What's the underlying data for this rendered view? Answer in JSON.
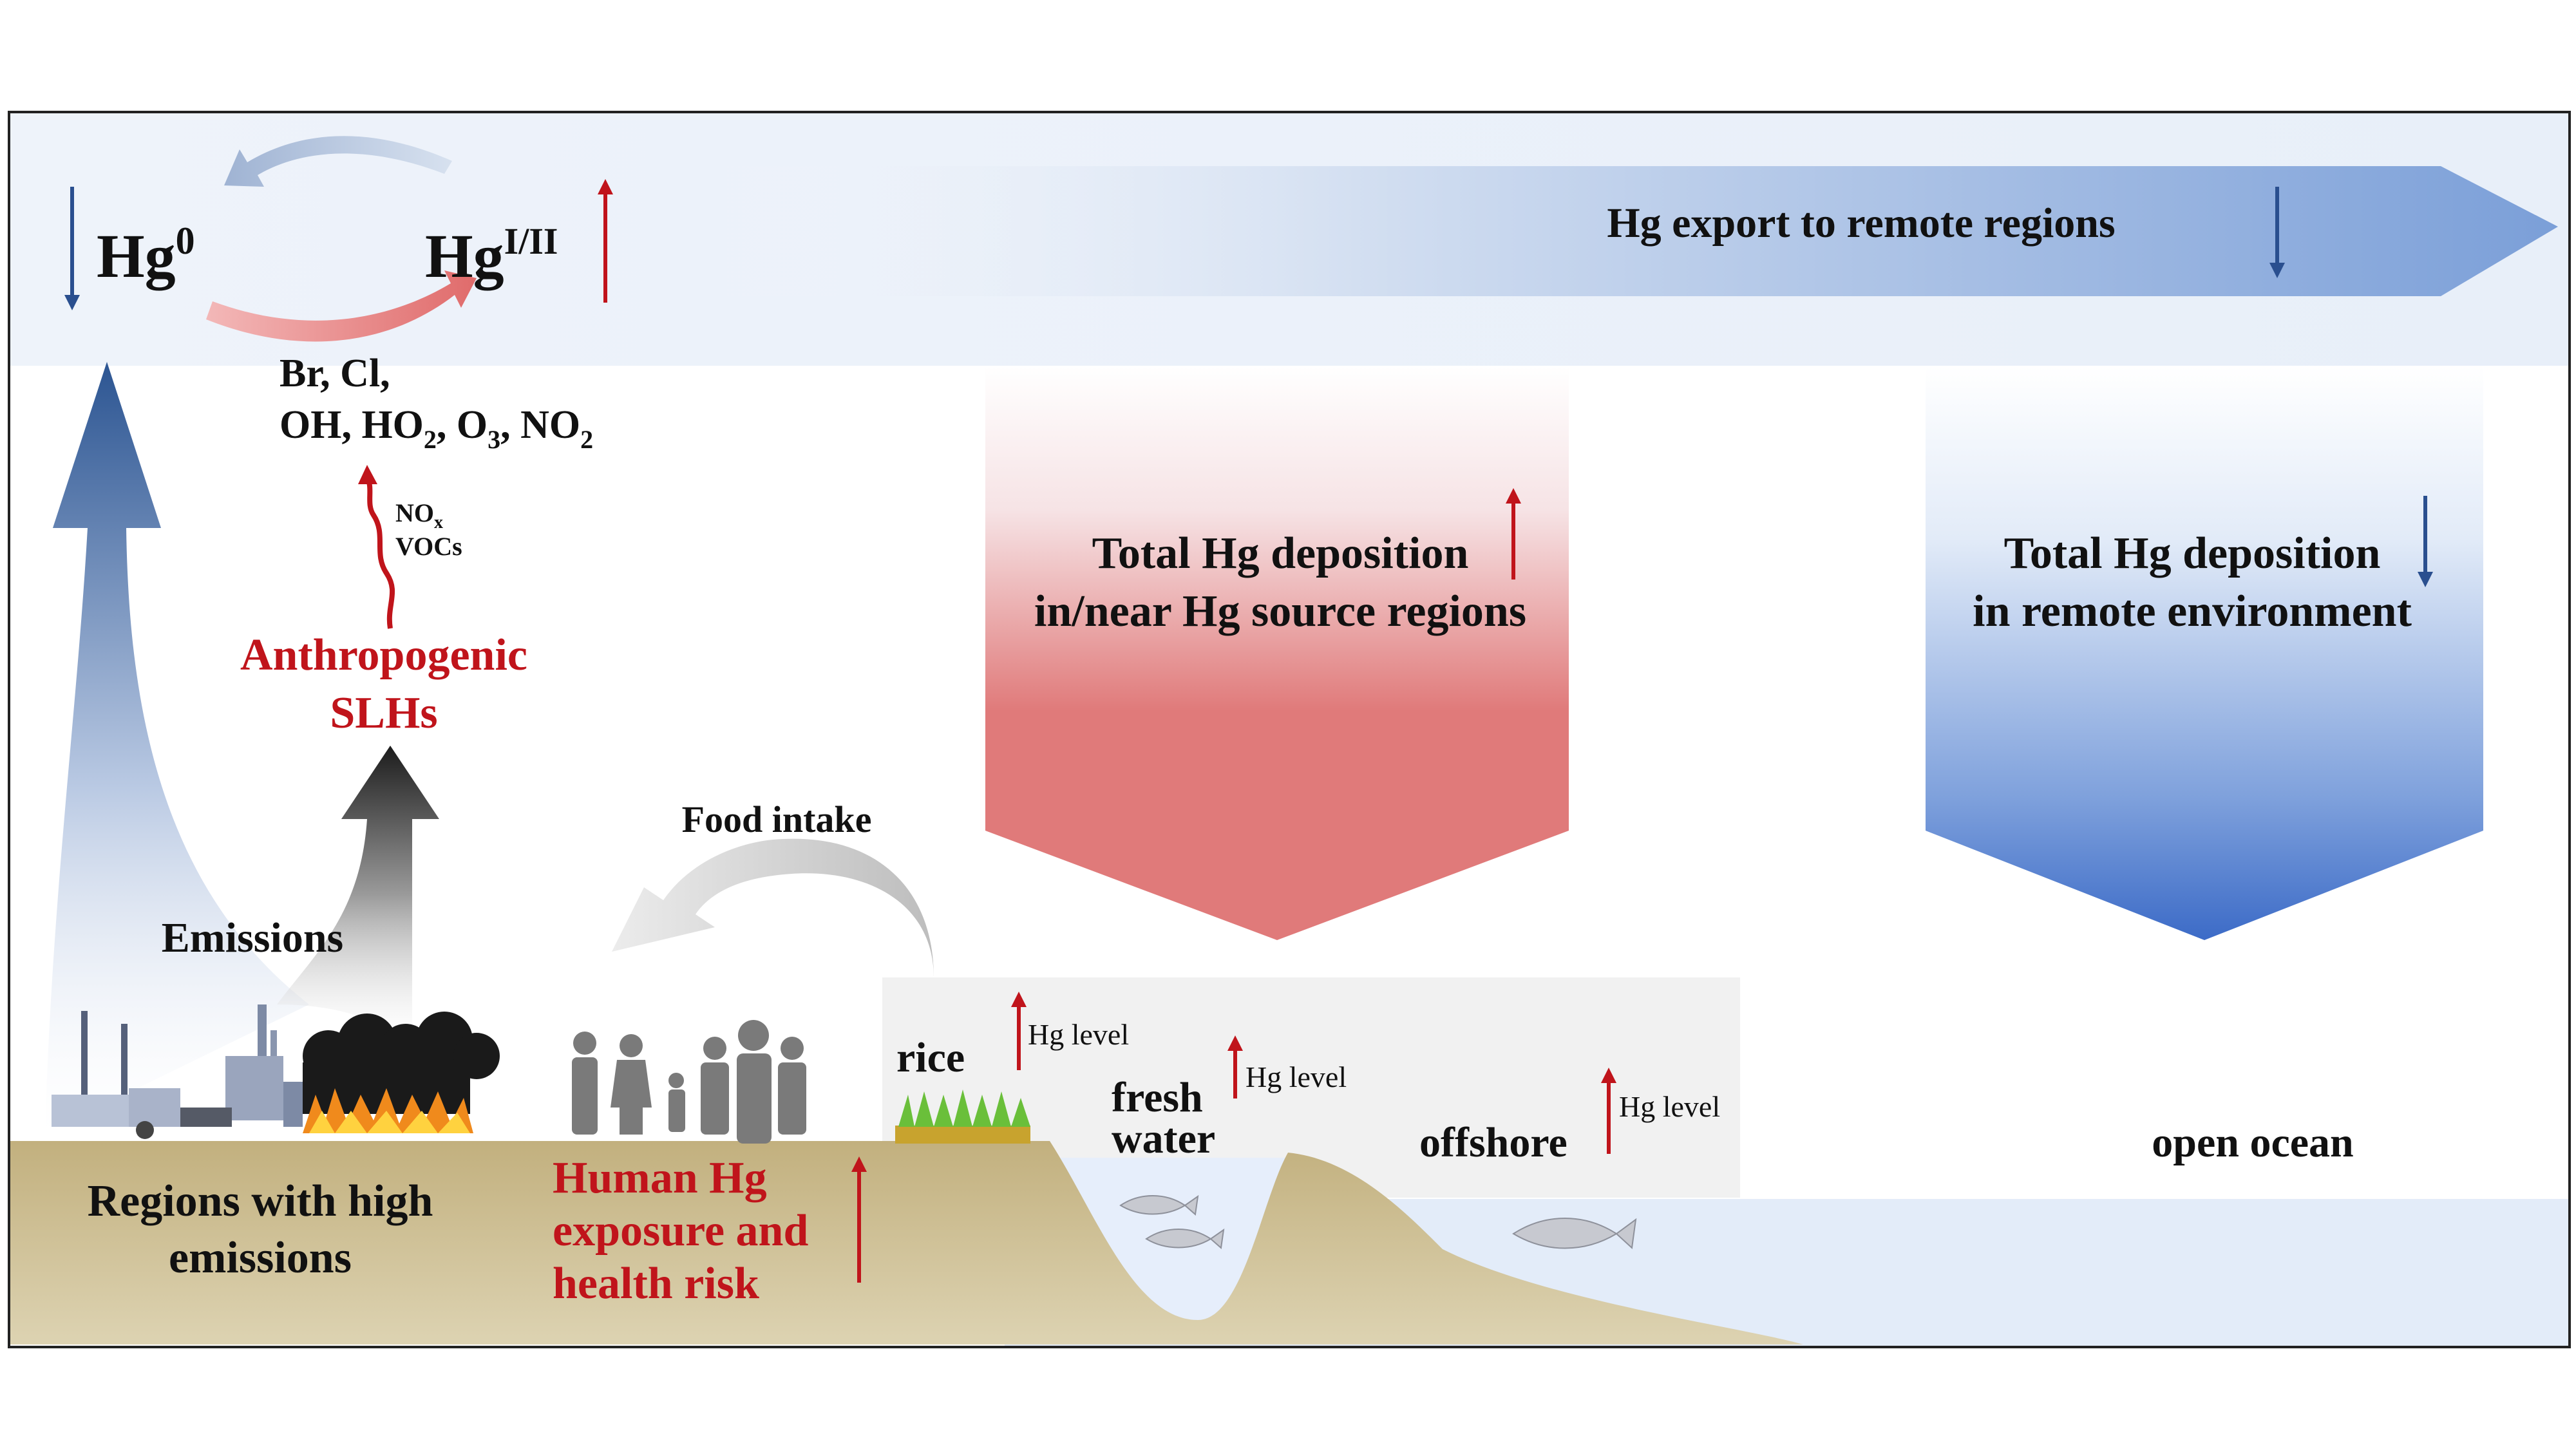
{
  "atmosphere": {
    "hg0_base": "Hg",
    "hg0_sup": "0",
    "hgox_base": "Hg",
    "hgox_sup": "I/II",
    "export_label": "Hg export to remote regions",
    "oxidants_line1": "Br, Cl,",
    "oxidants_line2": {
      "oh": "OH, HO",
      "sub2a": "2",
      "mid": ", O",
      "sub3": "3",
      "no": ", NO",
      "sub2b": "2"
    }
  },
  "precursors": {
    "no_base": "NO",
    "no_sub": "x",
    "vocs": "VOCs"
  },
  "slh": {
    "line1": "Anthropogenic",
    "line2": "SLHs"
  },
  "emissions_label": "Emissions",
  "food_intake_label": "Food intake",
  "deposition_source": {
    "line1": "Total Hg deposition",
    "line2": "in/near Hg source regions"
  },
  "deposition_remote": {
    "line1": "Total Hg deposition",
    "line2": "in remote environment"
  },
  "regions_label": {
    "line1": "Regions with high",
    "line2": "emissions"
  },
  "human_label": {
    "line1": "Human Hg",
    "line2": "exposure and",
    "line3": "health risk"
  },
  "ecosystems": {
    "rice": "rice",
    "fresh_line1": "fresh",
    "fresh_line2": "water",
    "offshore": "offshore",
    "open_ocean": "open ocean",
    "hg_level": "Hg level"
  },
  "colors": {
    "increase_red": "#c0141b",
    "decrease_blue": "#2a4f8f",
    "source_deposition": "#e07a7a",
    "remote_deposition": "#4a78cc",
    "land": "#c8b98c",
    "ocean": "#e3ecf9"
  },
  "icons": [
    "up-arrow-icon",
    "down-arrow-icon",
    "factory-icon",
    "wildfire-icon",
    "family-icon",
    "rice-icon",
    "fish-icon"
  ]
}
